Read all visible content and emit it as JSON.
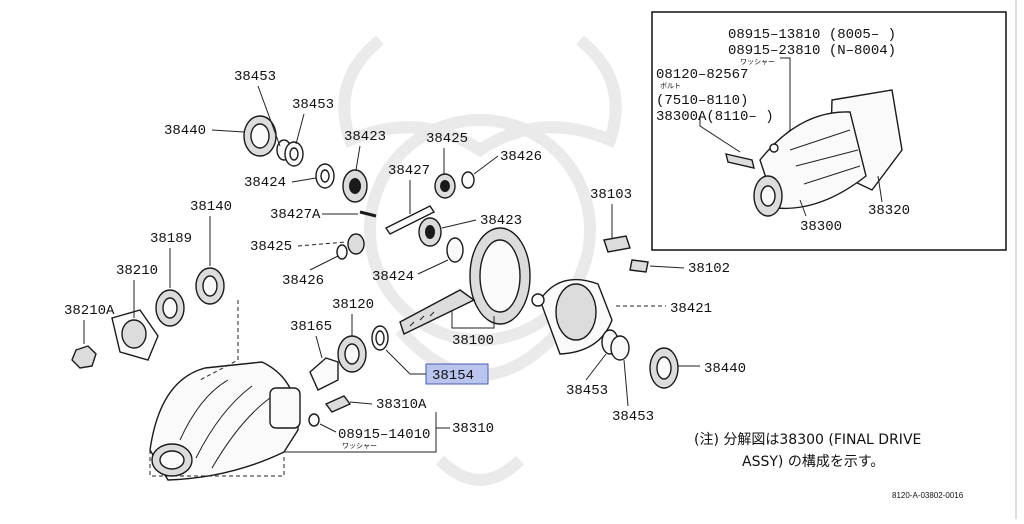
{
  "inset": {
    "line1": "08915–13810 (8005–      )",
    "line2": "08915–23810 (N–8004)",
    "line3_small": "ワッシャー",
    "line4": "08120–82567",
    "line5_small": "ボルト",
    "line6": "(7510–8110)",
    "line7": "38300A(8110–  )",
    "label_38300": "38300",
    "label_38320": "38320"
  },
  "labels": {
    "p38453_a": "38453",
    "p38453_b": "38453",
    "p38440_a": "38440",
    "p38423_a": "38423",
    "p38425_a": "38425",
    "p38426_a": "38426",
    "p38424_a": "38424",
    "p38427": "38427",
    "p38427A": "38427A",
    "p38423_b": "38423",
    "p38140": "38140",
    "p38189": "38189",
    "p38210": "38210",
    "p38210A": "38210A",
    "p38425_b": "38425",
    "p38426_b": "38426",
    "p38424_b": "38424",
    "p38120": "38120",
    "p38165": "38165",
    "p38100": "38100",
    "p38154": "38154",
    "p38310A": "38310A",
    "p08915_14010": "08915–14010",
    "p08915_14010_small": "ワッシャー",
    "p38310": "38310",
    "p38103": "38103",
    "p38102": "38102",
    "p38421": "38421",
    "p38440_b": "38440",
    "p38453_c": "38453",
    "p38453_d": "38453"
  },
  "note": {
    "line1": "(注) 分解図は38300 (FINAL DRIVE",
    "line2": "ASSY) の構成を示す。"
  },
  "footer": {
    "ref": "8120-A-03802-0016"
  },
  "colors": {
    "highlight": "#b9c4ef",
    "highlight_border": "#4a5bb0",
    "ink": "#1a1a1a"
  }
}
